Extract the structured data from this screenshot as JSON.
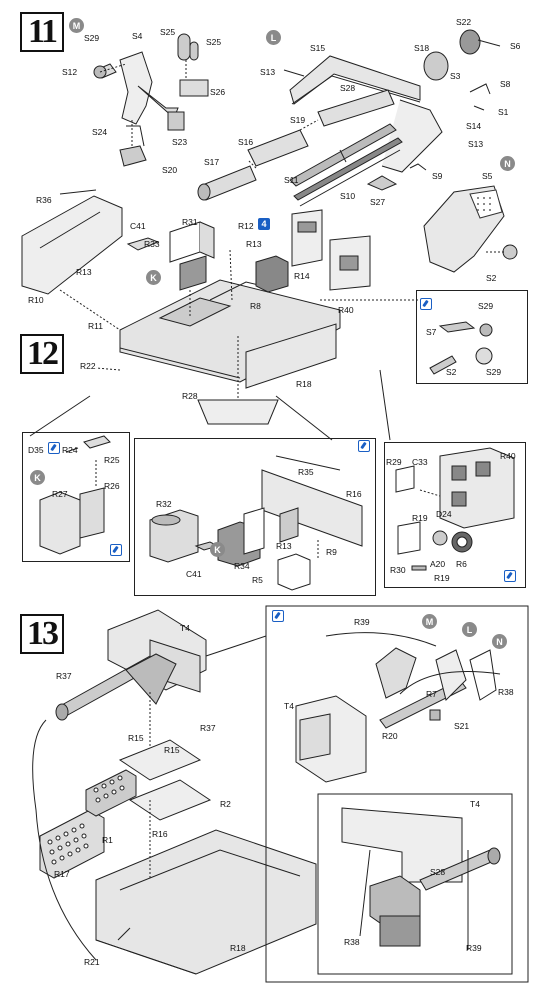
{
  "steps": {
    "s11": "11",
    "s12": "12",
    "s13": "13"
  },
  "markers": {
    "M": "M",
    "L": "L",
    "N": "N",
    "K": "K",
    "x4": "4"
  },
  "labels": {
    "S29": "S29",
    "S4": "S4",
    "S25a": "S25",
    "S25b": "S25",
    "S22": "S22",
    "S6": "S6",
    "S12": "S12",
    "S26": "S26",
    "S13a": "S13",
    "S15": "S15",
    "S18": "S18",
    "S3": "S3",
    "S8": "S8",
    "S28": "S28",
    "S19": "S19",
    "S1": "S1",
    "S24": "S24",
    "S23": "S23",
    "S14": "S14",
    "S16": "S16",
    "S13b": "S13",
    "S20": "S20",
    "S17": "S17",
    "S11": "S11",
    "S9": "S9",
    "S10": "S10",
    "S27": "S27",
    "S5": "S5",
    "R36": "R36",
    "C41a": "C41",
    "R31": "R31",
    "R12": "R12",
    "R33": "R33",
    "R13a": "R13",
    "R13b": "R13",
    "R14": "R14",
    "R8": "R8",
    "R10": "R10",
    "R40a": "R40",
    "S2a": "S2",
    "R11": "R11",
    "S29b": "S29",
    "S7": "S7",
    "R22": "R22",
    "S2b": "S2",
    "S29c": "S29",
    "R18a": "R18",
    "R28": "R28",
    "D35": "D35",
    "R24": "R24",
    "R25": "R25",
    "R35": "R35",
    "R29": "R29",
    "C33": "C33",
    "R40b": "R40",
    "R27": "R27",
    "R26": "R26",
    "R16a": "R16",
    "R32": "R32",
    "D24": "D24",
    "R19a": "R19",
    "R9": "R9",
    "R13c": "R13",
    "R34": "R34",
    "C41b": "C41",
    "R5": "R5",
    "R30": "R30",
    "A20": "A20",
    "R6": "R6",
    "R19b": "R19",
    "T4a": "T4",
    "R37a": "R37",
    "R39a": "R39",
    "R38a": "R38",
    "R7": "R7",
    "S21": "S21",
    "R37b": "R37",
    "T4b": "T4",
    "R20": "R20",
    "R15a": "R15",
    "R15b": "R15",
    "R2": "R2",
    "R16b": "R16",
    "R1": "R1",
    "R17": "R17",
    "T4c": "T4",
    "S28b": "S28",
    "R38b": "R38",
    "R39b": "R39",
    "R18b": "R18",
    "R21": "R21"
  }
}
